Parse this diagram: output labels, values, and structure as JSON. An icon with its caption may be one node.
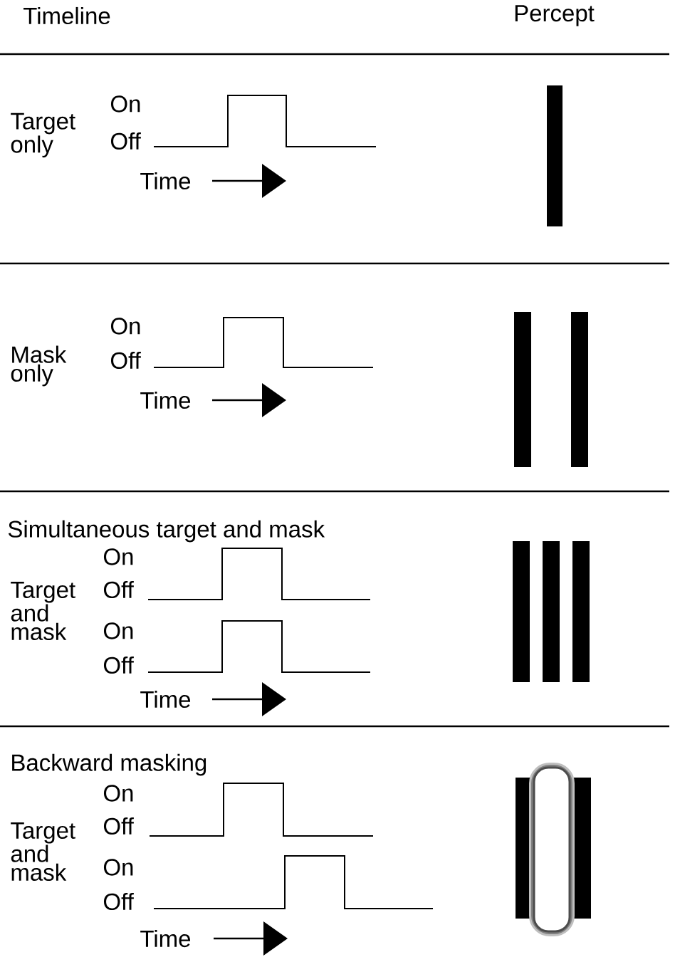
{
  "diagram": {
    "labels": [
      "Timeline",
      "Percept",
      "Target only",
      "On",
      "Off",
      "Time",
      "Mask only",
      "On",
      "Off",
      "Time",
      "Simultaneous target and mask",
      "On",
      "Target and mask",
      "Off",
      "On",
      "Off",
      "Time",
      "Backward masking",
      "On",
      "Target and mask",
      "Off",
      "On",
      "Off",
      "Time"
    ]
  }
}
